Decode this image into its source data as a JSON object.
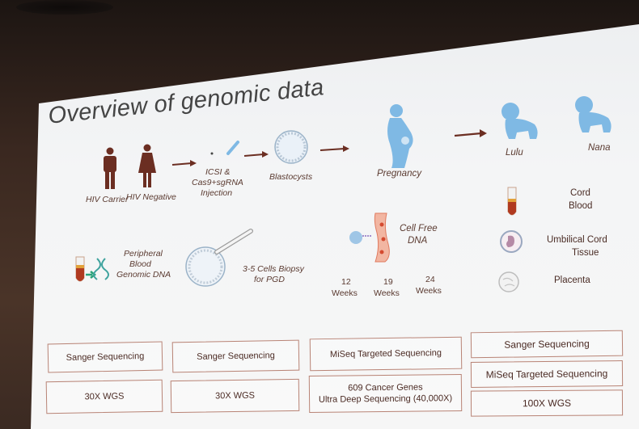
{
  "slide": {
    "title": "Overview of genomic data",
    "top_row": {
      "hiv_carrier": "HIV Carrier",
      "hiv_negative": "HIV Negative",
      "icsi_line1": "ICSI &",
      "icsi_line2": "Cas9+sgRNA",
      "icsi_line3": "Injection",
      "blastocysts": "Blastocysts",
      "pregnancy": "Pregnancy",
      "lulu": "Lulu",
      "nana": "Nana"
    },
    "middle_row": {
      "peripheral_line1": "Peripheral",
      "peripheral_line2": "Blood",
      "peripheral_line3": "Genomic DNA",
      "biopsy_line1": "3-5 Cells Biopsy",
      "biopsy_line2": "for PGD",
      "cellfree_line1": "Cell Free",
      "cellfree_line2": "DNA",
      "week12_num": "12",
      "week19_num": "19",
      "week24_num": "24",
      "weeks_word": "Weeks",
      "cord_line1": "Cord",
      "cord_line2": "Blood",
      "umbilical_line1": "Umbilical Cord",
      "umbilical_line2": "Tissue",
      "placenta": "Placenta"
    },
    "boxes": {
      "col1_row1": "Sanger Sequencing",
      "col1_row2": "30X WGS",
      "col2_row1": "Sanger Sequencing",
      "col2_row2": "30X WGS",
      "col3_row1": "MiSeq Targeted Sequencing",
      "col3_row2_line1": "609 Cancer Genes",
      "col3_row2_line2": "Ultra Deep Sequencing (40,000X)",
      "col4_row1": "Sanger Sequencing",
      "col4_row2": "MiSeq Targeted Sequencing",
      "col4_row3": "100X WGS"
    },
    "colors": {
      "icon_brown": "#6b2e22",
      "baby_blue": "#7fb9e4",
      "arrow": "#6b2e22",
      "box_border": "#b88375"
    }
  }
}
